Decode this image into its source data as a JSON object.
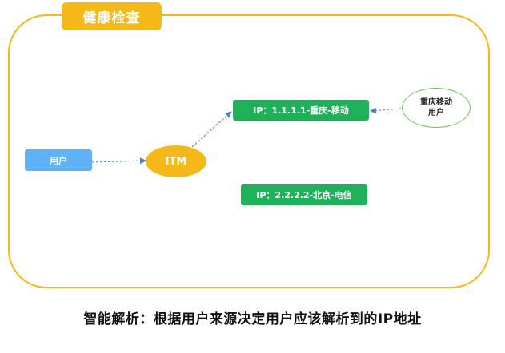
{
  "panel": {
    "title": "健康检查"
  },
  "nodes": {
    "user": "用户",
    "itm": "ITM",
    "ip1": "IP：1.1.1.1-重庆-移动",
    "ip2": "IP：2.2.2.2-北京-电信",
    "cq_user_line1": "重庆移动",
    "cq_user_line2": "用户"
  },
  "caption": "智能解析：根据用户来源决定用户应该解析到的IP地址",
  "colors": {
    "panel_border": "#f5b819",
    "title_fill": "#f5b819",
    "user_fill": "#5fb2f7",
    "itm_fill": "#f5b819",
    "ip_fill": "#1fb15a",
    "cq_user_border": "#6fc15a",
    "arrow": "#4a7fc4"
  }
}
